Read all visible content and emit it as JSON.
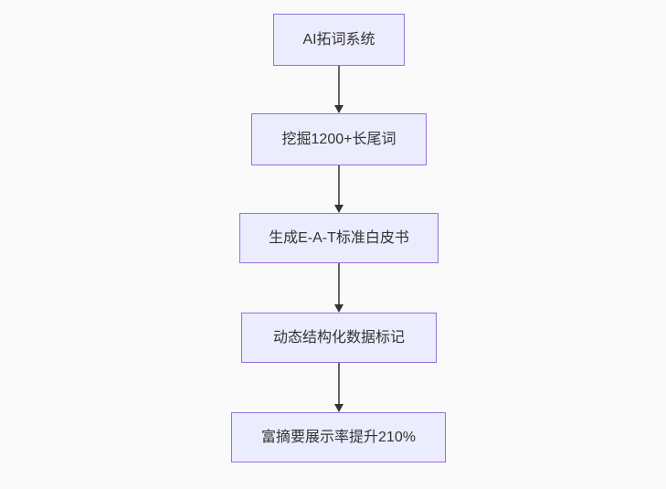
{
  "diagram": {
    "type": "flowchart-top-down",
    "nodes": [
      {
        "id": "A",
        "label": "AI拓词系统"
      },
      {
        "id": "B",
        "label": "挖掘1200+长尾词"
      },
      {
        "id": "C",
        "label": "生成E-A-T标准白皮书"
      },
      {
        "id": "D",
        "label": "动态结构化数据标记"
      },
      {
        "id": "E",
        "label": "富摘要展示率提升210%"
      }
    ],
    "edges": [
      {
        "from": "A",
        "to": "B"
      },
      {
        "from": "B",
        "to": "C"
      },
      {
        "from": "C",
        "to": "D"
      },
      {
        "from": "D",
        "to": "E"
      }
    ],
    "colors": {
      "node_fill": "#ECECFF",
      "node_border": "#9370DB",
      "node_text": "#333333",
      "arrow": "#333333",
      "background": "#fafafa"
    }
  }
}
